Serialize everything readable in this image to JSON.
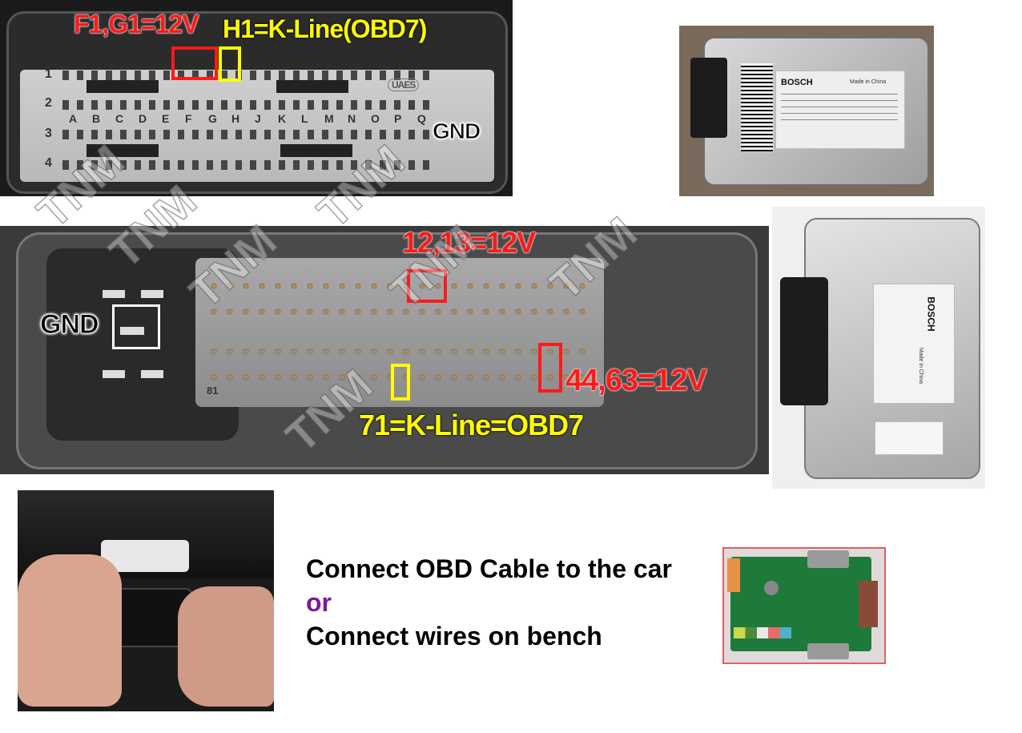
{
  "top_connector": {
    "label_power": "F1,G1=12V",
    "label_kline": "H1=K-Line(OBD7)",
    "label_gnd": "GND",
    "brand_mark": "UAES",
    "row_numbers": [
      "1",
      "2",
      "3",
      "4"
    ],
    "column_letters": [
      "A",
      "B",
      "C",
      "D",
      "E",
      "F",
      "G",
      "H",
      "J",
      "K",
      "L",
      "M",
      "N",
      "O",
      "P",
      "Q"
    ]
  },
  "ecu_photo_1": {
    "brand": "BOSCH",
    "made_in": "Made in China"
  },
  "ecu_photo_2": {
    "brand": "BOSCH",
    "made_in": "Made in China"
  },
  "main_connector": {
    "label_power_top": "12,13=12V",
    "label_gnd": "GND",
    "label_power_right": "44,63=12V",
    "label_kline": "71=K-Line=OBD7",
    "pin_number": "81"
  },
  "watermark": "TNM",
  "instructions": {
    "line1": "Connect OBD Cable to the car",
    "line2": "or",
    "line3": "Connect wires on bench"
  },
  "colors": {
    "red_label": "#ff1a1a",
    "yellow_label": "#ffff00",
    "or_text": "#7a1a9a",
    "pcb_green": "#1e7a3a"
  }
}
